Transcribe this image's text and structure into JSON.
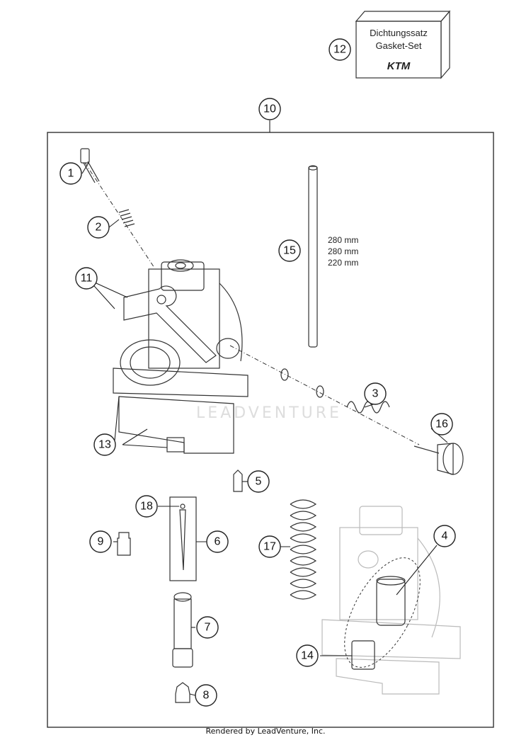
{
  "gasket_box": {
    "line1": "Dichtungssatz",
    "line2": "Gasket-Set",
    "brand": "KTM"
  },
  "hose_lengths": [
    "280 mm",
    "280 mm",
    "220 mm"
  ],
  "watermark": "LEADVENTURE",
  "footer": "Rendered by LeadVenture, Inc.",
  "callouts": {
    "c1": "1",
    "c2": "2",
    "c3": "3",
    "c4": "4",
    "c5": "5",
    "c6": "6",
    "c7": "7",
    "c8": "8",
    "c9": "9",
    "c10": "10",
    "c11": "11",
    "c12": "12",
    "c13": "13",
    "c14": "14",
    "c15": "15",
    "c16": "16",
    "c17": "17",
    "c18": "18"
  }
}
